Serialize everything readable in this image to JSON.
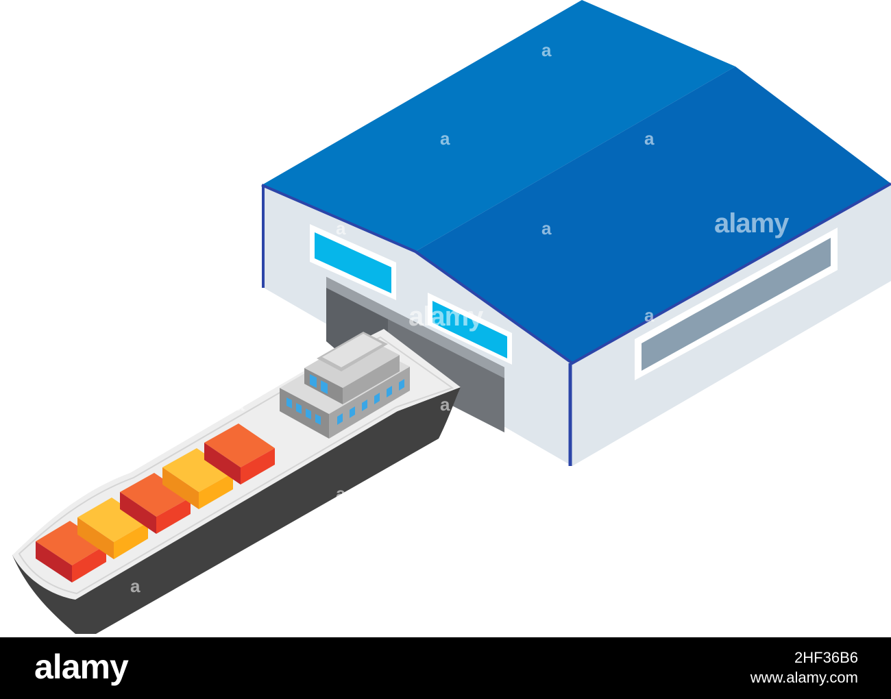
{
  "watermark": {
    "small": "a",
    "large": "alamy"
  },
  "footer": {
    "logo": "alamy",
    "image_code": "2HF36B6",
    "site": "www.alamy.com"
  },
  "colors": {
    "roof_light": "#0277c2",
    "roof_dark": "#0467b8",
    "wall": "#dfe6ec",
    "wall_edge": "#2c45a8",
    "window_blue": "#06b6ea",
    "window_grey": "#8a9fb0",
    "door": "#6f7378",
    "hull_dark": "#414141",
    "deck": "#eeeeee",
    "container_red": "#ee4028",
    "container_orange": "#ffac18"
  }
}
